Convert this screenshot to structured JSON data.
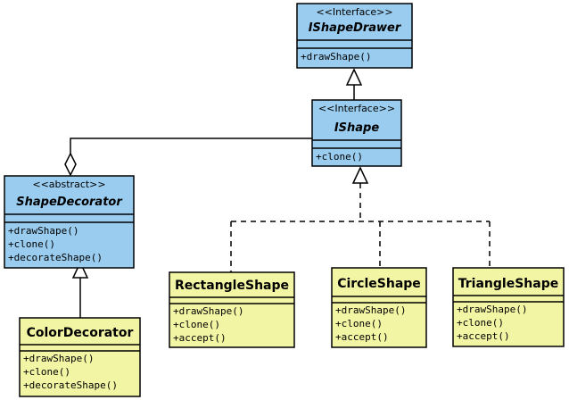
{
  "classes": {
    "ishapedrawer": {
      "stereotype": "<<Interface>>",
      "name": "IShapeDrawer",
      "methods": [
        "+drawShape()"
      ]
    },
    "ishape": {
      "stereotype": "<<Interface>>",
      "name": "IShape",
      "methods": [
        "+clone()"
      ]
    },
    "shapedecorator": {
      "stereotype": "<<abstract>>",
      "name": "ShapeDecorator",
      "methods": [
        "+drawShape()",
        "+clone()",
        "+decorateShape()"
      ]
    },
    "colordecorator": {
      "name": "ColorDecorator",
      "methods": [
        "+drawShape()",
        "+clone()",
        "+decorateShape()"
      ]
    },
    "rectangleshape": {
      "name": "RectangleShape",
      "methods": [
        "+drawShape()",
        "+clone()",
        "+accept()"
      ]
    },
    "circleshape": {
      "name": "CircleShape",
      "methods": [
        "+drawShape()",
        "+clone()",
        "+accept()"
      ]
    },
    "triangleshape": {
      "name": "TriangleShape",
      "methods": [
        "+drawShape()",
        "+clone()",
        "+accept()"
      ]
    }
  },
  "colors": {
    "interface_fill": "#99ccee",
    "concrete_fill": "#f2f5a3",
    "line": "#000000"
  }
}
